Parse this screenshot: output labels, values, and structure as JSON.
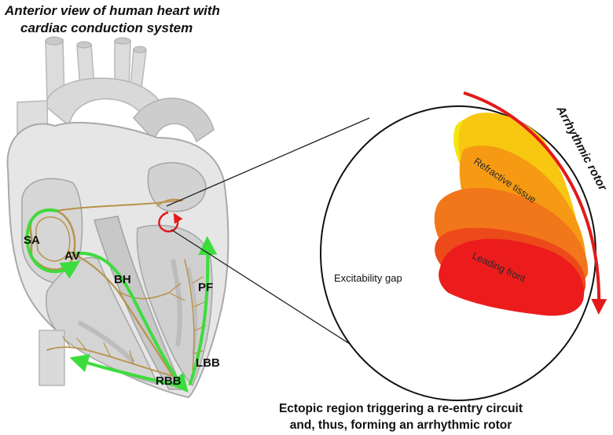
{
  "title": {
    "line1": "Anterior view of human heart with",
    "line2": "cardiac conduction system"
  },
  "node_labels": {
    "sa": "SA",
    "av": "AV",
    "bh": "BH",
    "pf": "PF",
    "lbb": "LBB",
    "rbb": "RBB"
  },
  "zoom_panel": {
    "gap_label": "Excitability gap",
    "refractive_label": "Refractive tissue",
    "leading_label": "Leading front",
    "rotor_label": "Arrhythmic rotor"
  },
  "caption": {
    "line1": "Ectopic region triggering a re-entry circuit",
    "line2": "and, thus, forming an arrhythmic rotor"
  },
  "colors": {
    "heart_light": "#e6e6e6",
    "heart_mid": "#cfcfcf",
    "heart_dark": "#9f9f9f",
    "conduction_gold": "#b8924a",
    "pathway_green": "#3ddc3d",
    "rotor_red": "#e21a1a",
    "wave_yellow": "#f5e60c",
    "wave_orange": "#f59a12",
    "wave_red": "#ec1c1c"
  }
}
